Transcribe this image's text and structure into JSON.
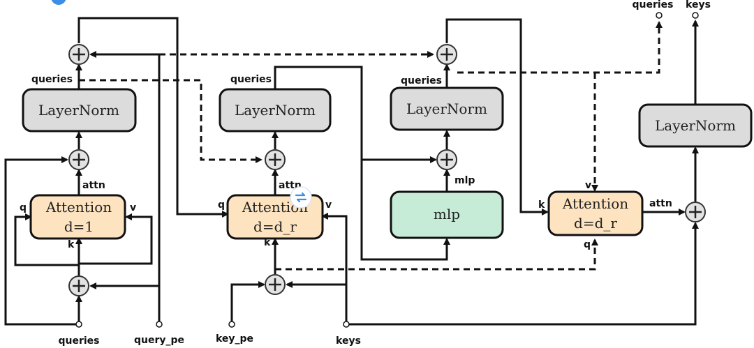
{
  "blocks": {
    "ln1": "LayerNorm",
    "ln2": "LayerNorm",
    "ln3": "LayerNorm",
    "ln4": "LayerNorm",
    "attn1": [
      "Attention",
      "d=1"
    ],
    "attn2": [
      "Attention",
      "d=d_r"
    ],
    "attn3": [
      "Attention",
      "d=d_r"
    ],
    "mlp": "mlp"
  },
  "labels": {
    "queries_top1": "queries",
    "queries_top2": "queries",
    "queries_top3": "queries",
    "attn1_out": "attn",
    "attn2_out": "attn",
    "attn3_out": "attn",
    "mlp_out": "mlp",
    "q": "q",
    "k": "k",
    "v": "v"
  },
  "io": {
    "queries_in": "queries",
    "query_pe": "query_pe",
    "key_pe": "key_pe",
    "keys_in": "keys",
    "queries_out": "queries",
    "keys_out": "keys"
  },
  "colors": {
    "layernorm": "#dcdcdc",
    "attention": "#fde3bf",
    "mlp": "#c6ecd7",
    "sum": "#e3e3e3",
    "badge": "#3c8ee8"
  },
  "icons": {
    "badge": "sync-icon",
    "corner": "logo-icon"
  }
}
